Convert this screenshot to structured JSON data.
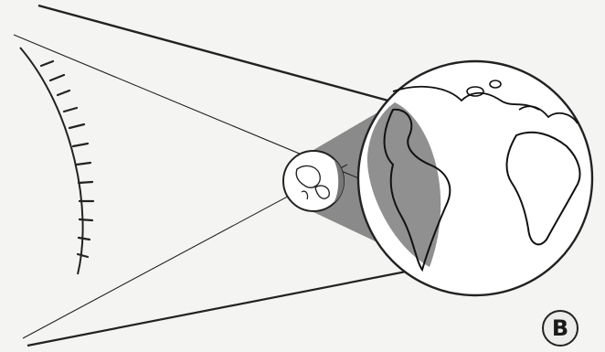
{
  "panel": {
    "label": "B"
  },
  "colors": {
    "background": "#f4f4f2",
    "line": "#222222",
    "shadow": "#7a7a7a",
    "earth_fill": "#ffffff"
  },
  "elements": {
    "left_curve": "curved-surface",
    "small_globe": "small-earth",
    "large_globe": "magnified-earth"
  }
}
